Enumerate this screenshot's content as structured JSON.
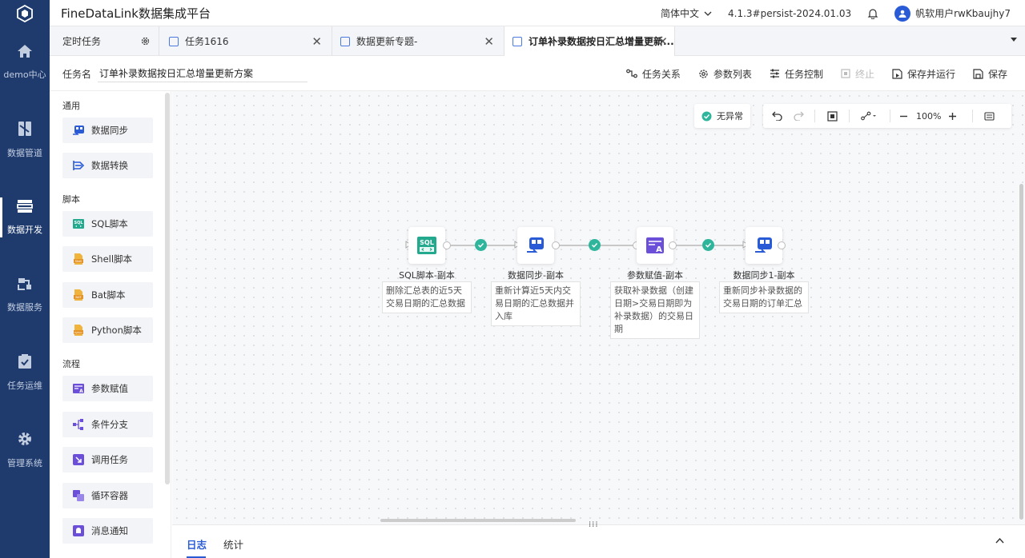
{
  "app": {
    "title": "FineDataLink数据集成平台"
  },
  "topbar": {
    "language": "简体中文",
    "version": "4.1.3#persist-2024.01.03",
    "user": "帆软用户rwKbaujhy7"
  },
  "nav": [
    {
      "label": "demo中心",
      "icon": "home-icon"
    },
    {
      "label": "数据管道",
      "icon": "pipeline-icon"
    },
    {
      "label": "数据开发",
      "icon": "develop-icon",
      "active": true
    },
    {
      "label": "数据服务",
      "icon": "service-icon"
    },
    {
      "label": "任务运维",
      "icon": "ops-icon"
    },
    {
      "label": "管理系统",
      "icon": "gear-icon"
    }
  ],
  "tabs": [
    {
      "label": "定时任务"
    },
    {
      "label": "任务1616"
    },
    {
      "label": "数据更新专题-"
    },
    {
      "label": "订单补录数据按日汇总增量更新..."
    }
  ],
  "toolbar": {
    "task_label": "任务名",
    "task_name": "订单补录数据按日汇总增量更新方案",
    "relation": "任务关系",
    "params": "参数列表",
    "control": "任务控制",
    "stop": "终止",
    "save_run": "保存并运行",
    "save": "保存"
  },
  "palette": {
    "sections": [
      "通用",
      "脚本",
      "流程"
    ],
    "common": [
      "数据同步",
      "数据转换"
    ],
    "script": [
      "SQL脚本",
      "Shell脚本",
      "Bat脚本",
      "Python脚本"
    ],
    "flow": [
      "参数赋值",
      "条件分支",
      "调用任务",
      "循环容器",
      "消息通知"
    ]
  },
  "canvas": {
    "status": "无异常",
    "zoom": "100%",
    "nodes": [
      {
        "label": "SQL脚本-副本",
        "desc": "删除汇总表的近5天交易日期的汇总数据",
        "icon": "sql-icon",
        "badge": "SQL"
      },
      {
        "label": "数据同步-副本",
        "desc": "重新计算近5天内交易日期的汇总数据并入库",
        "icon": "data-sync-icon"
      },
      {
        "label": "参数赋值-副本",
        "desc": "获取补录数据（创建日期>交易日期即为补录数据）的交易日期",
        "icon": "param-assign-icon"
      },
      {
        "label": "数据同步1-副本",
        "desc": "重新同步补录数据的交易日期的订单汇总",
        "icon": "data-sync-icon"
      }
    ]
  },
  "bottom": {
    "tabs": [
      "日志",
      "统计"
    ]
  },
  "colors": {
    "nav_bg": "#1f3b6e",
    "accent": "#2a5bd7",
    "success": "#2fb59c",
    "sql_green": "#22a98e"
  }
}
